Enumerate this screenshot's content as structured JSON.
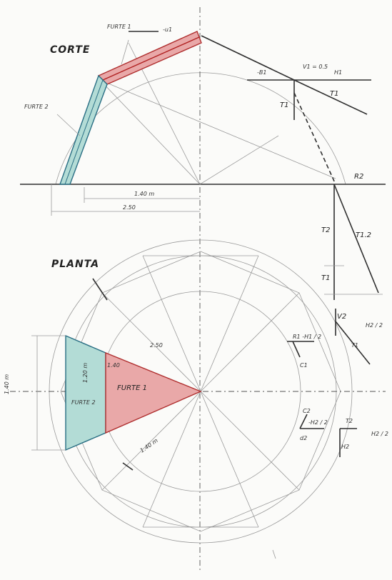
{
  "titles": {
    "corte": "CORTE",
    "planta": "PLANTA"
  },
  "parts": {
    "faldon_1_corte": "FURTE 1",
    "faldon_2_corte": "FURTE 2",
    "faldon_1_planta": "FURTE 1",
    "faldon_2_planta": "FURTE 2"
  },
  "dimensions": {
    "half_span": "1.40 m",
    "radius": "2.50",
    "plan_radius": "2.50",
    "plan_side": "1.40 m",
    "left_vertical": "1.40 m",
    "inner_width": "1.20 m",
    "top_small": "-u1",
    "mid_small": "1.40"
  },
  "vectors": {
    "v1": "V1 = 0.5",
    "h": "H1",
    "t1": "T1",
    "t1_right": "T1",
    "r2": "R2",
    "t2": "T2",
    "t12": "T1.2",
    "t1_lower": "T1",
    "v2": "V2",
    "h2_half": "H2 / 2",
    "t1_small": "T1",
    "c1": "C1",
    "d1": "R1 -H1 / 2",
    "c2": "C2",
    "half2": "-H2 / 2",
    "d2": "d2",
    "t2b": "T2",
    "h2b": "H2",
    "h2c": "H2 / 2",
    "vi_left": "-B1"
  },
  "colors": {
    "red_fill": "#e9a8a8",
    "red_stroke": "#b03030",
    "blue_fill": "#b3dcd6",
    "blue_stroke": "#2a6f84"
  }
}
